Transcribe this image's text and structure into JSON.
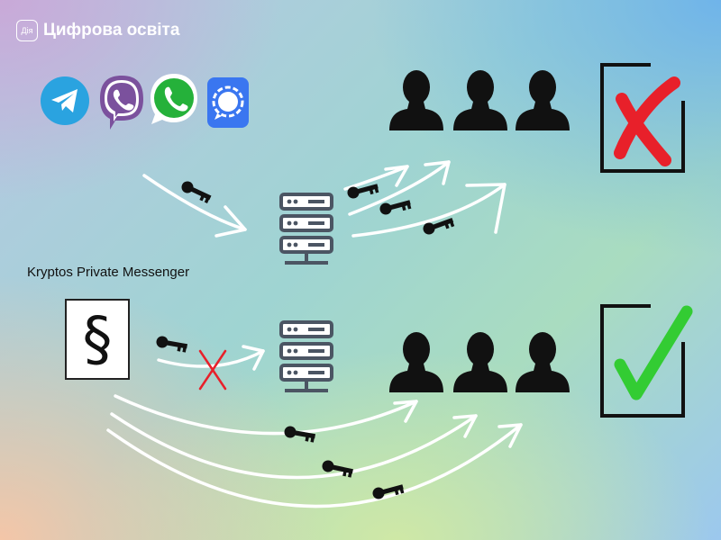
{
  "header": {
    "logo_text": "Дія",
    "title": "Цифрова освіта"
  },
  "apps": [
    {
      "name": "telegram-icon",
      "color": "#2aa3e0"
    },
    {
      "name": "viber-icon",
      "color": "#7b519d"
    },
    {
      "name": "whatsapp-icon",
      "color": "#25b13a"
    },
    {
      "name": "signal-icon",
      "color": "#3a76f0"
    }
  ],
  "kryptos": {
    "label": "Kryptos Private Messenger",
    "glyph": "§"
  },
  "colors": {
    "reject": "#e8202a",
    "accept": "#33cc33",
    "arrow": "#ffffff",
    "people": "#111111",
    "server": "#4b5563"
  }
}
